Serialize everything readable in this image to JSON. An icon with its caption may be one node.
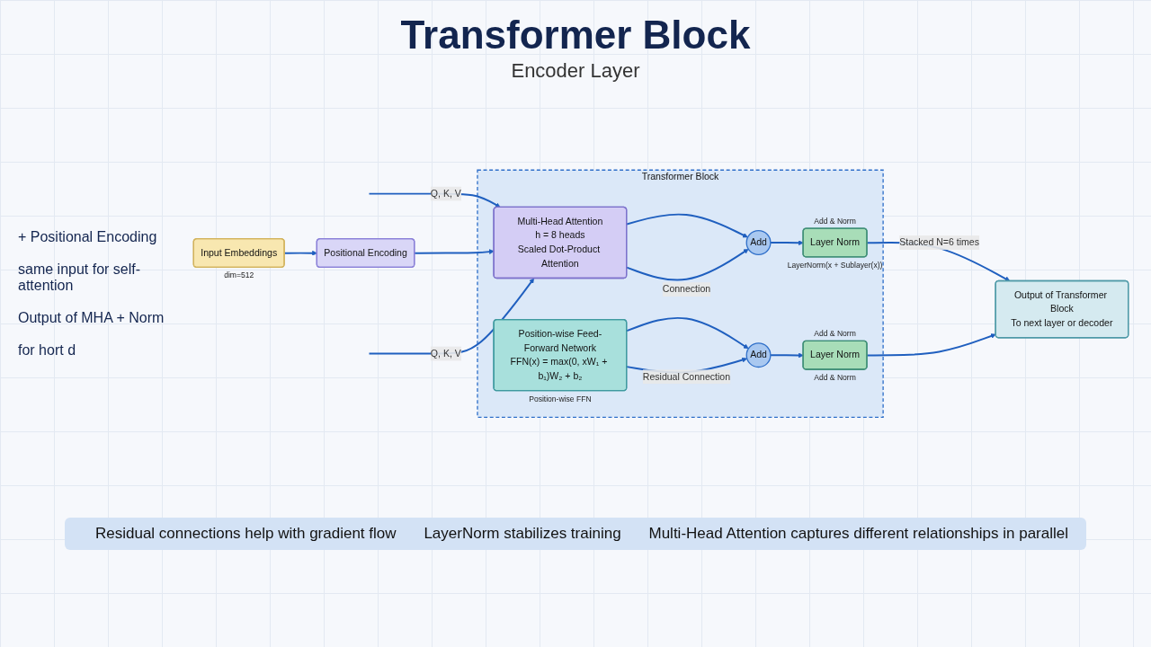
{
  "diagram": {
    "title": "Transformer Block",
    "nodes": [
      {
        "text": [
          "Input Embeddings"
        ],
        "beside": [
          "dim=512"
        ]
      },
      {
        "text": [
          "Positional Encoding"
        ]
      },
      {
        "text": [
          "Transformer Block"
        ]
      },
      {
        "text": [
          "Multi-Head Attention",
          "h = 8 heads",
          "Scaled Dot-Product Attention"
        ],
        "in": 2
      },
      {
        "text": [
          "Add"
        ],
        "in": 2
      },
      {
        "text": [
          "Layer Norm"
        ],
        "in": 2,
        "beside": [
          "Add & Norm",
          "LayerNorm(x + Sublayer(x))"
        ]
      },
      {
        "text": [
          "Position-wise Feed-Forward Network",
          "FFN(x) = max(0, xW₁ + b₁)W₂ + b₂"
        ],
        "in": 2,
        "beside": [
          "Position-wise FFN"
        ]
      },
      {
        "text": [
          "Add"
        ],
        "in": 2
      },
      {
        "text": [
          "Layer Norm"
        ],
        "in": 2,
        "beside": [
          "Add & Norm",
          "Add & Norm"
        ]
      },
      {
        "text": [
          "Output of Transformer Block",
          "To next layer or decoder"
        ]
      }
    ],
    "edges": [
      {
        "from": 0,
        "to": 1,
        "arrow": "to"
      },
      {
        "from": null,
        "to": 3,
        "arrow": "to",
        "label": "Q, K, V"
      },
      {
        "from": 1,
        "to": 3,
        "arrow": "to"
      },
      {
        "from": null,
        "to": 3,
        "arrow": "to",
        "label": "Q, K, V"
      },
      {
        "from": 3,
        "to": 4,
        "arrow": "to"
      },
      {
        "from": 3,
        "to": 4,
        "arrow": "to",
        "label": "Connection"
      },
      {
        "from": 4,
        "to": 5,
        "arrow": "to"
      },
      {
        "from": 5,
        "to": 9,
        "arrow": "to",
        "label": "Stacked N=6 times"
      },
      {
        "from": 6,
        "to": 7,
        "arrow": "to"
      },
      {
        "from": 6,
        "to": 7,
        "arrow": "to",
        "label": "Residual Connection"
      },
      {
        "from": 7,
        "to": 8,
        "arrow": "to"
      },
      {
        "from": 8,
        "to": 9,
        "arrow": "to"
      }
    ],
    "labels": [
      "Encoder Layer",
      "+ Positional Encoding",
      "same input for self-attention",
      "Output of MHA + Norm",
      "for hort d",
      "Residual connections help with gradient flow",
      "LayerNorm stabilizes training",
      "Multi-Head Attention captures different relationships in parallel"
    ]
  }
}
